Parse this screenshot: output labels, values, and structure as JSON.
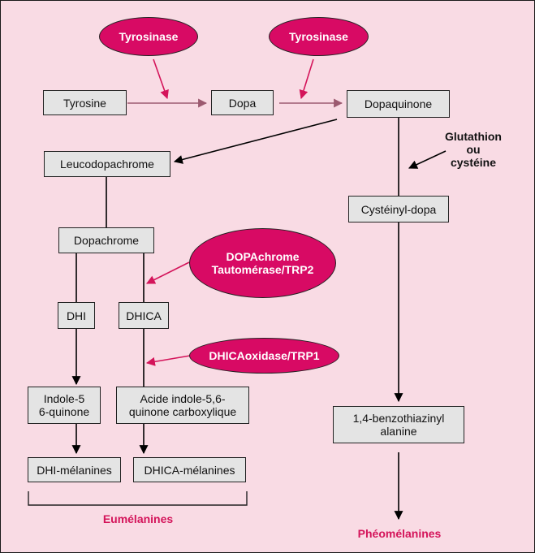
{
  "colors": {
    "background": "#f9dbe4",
    "enzyme_fill": "#d80a64",
    "accent_text": "#d4145a",
    "box_fill": "#e4e4e4",
    "arrow_dark": "#000000",
    "arrow_pink": "#d4145a",
    "arrow_muted": "#9c5a70"
  },
  "enzymes": {
    "tyrosinase_1": "Tyrosinase",
    "tyrosinase_2": "Tyrosinase",
    "dopachrome_tautomerase": "DOPAchrome\nTautomérase/TRP2",
    "dhica_oxidase": "DHICAoxidase/TRP1"
  },
  "compounds": {
    "tyrosine": "Tyrosine",
    "dopa": "Dopa",
    "dopaquinone": "Dopaquinone",
    "leucodopachrome": "Leucodopachrome",
    "dopachrome": "Dopachrome",
    "dhi": "DHI",
    "dhica": "DHICA",
    "indole_quinone": "Indole-5\n6-quinone",
    "acide_indole": "Acide indole-5,6-\nquinone carboxylique",
    "dhi_melanines": "DHI-mélanines",
    "dhica_melanines": "DHICA-mélanines",
    "cysteinyl_dopa": "Cystéinyl-dopa",
    "benzothiazinyl": "1,4-benzothiazinyl\nalanine"
  },
  "cofactor": "Glutathion\nou\ncystéine",
  "products": {
    "eumelanines": "Eumélanines",
    "pheomelanines": "Phéomélanines"
  }
}
